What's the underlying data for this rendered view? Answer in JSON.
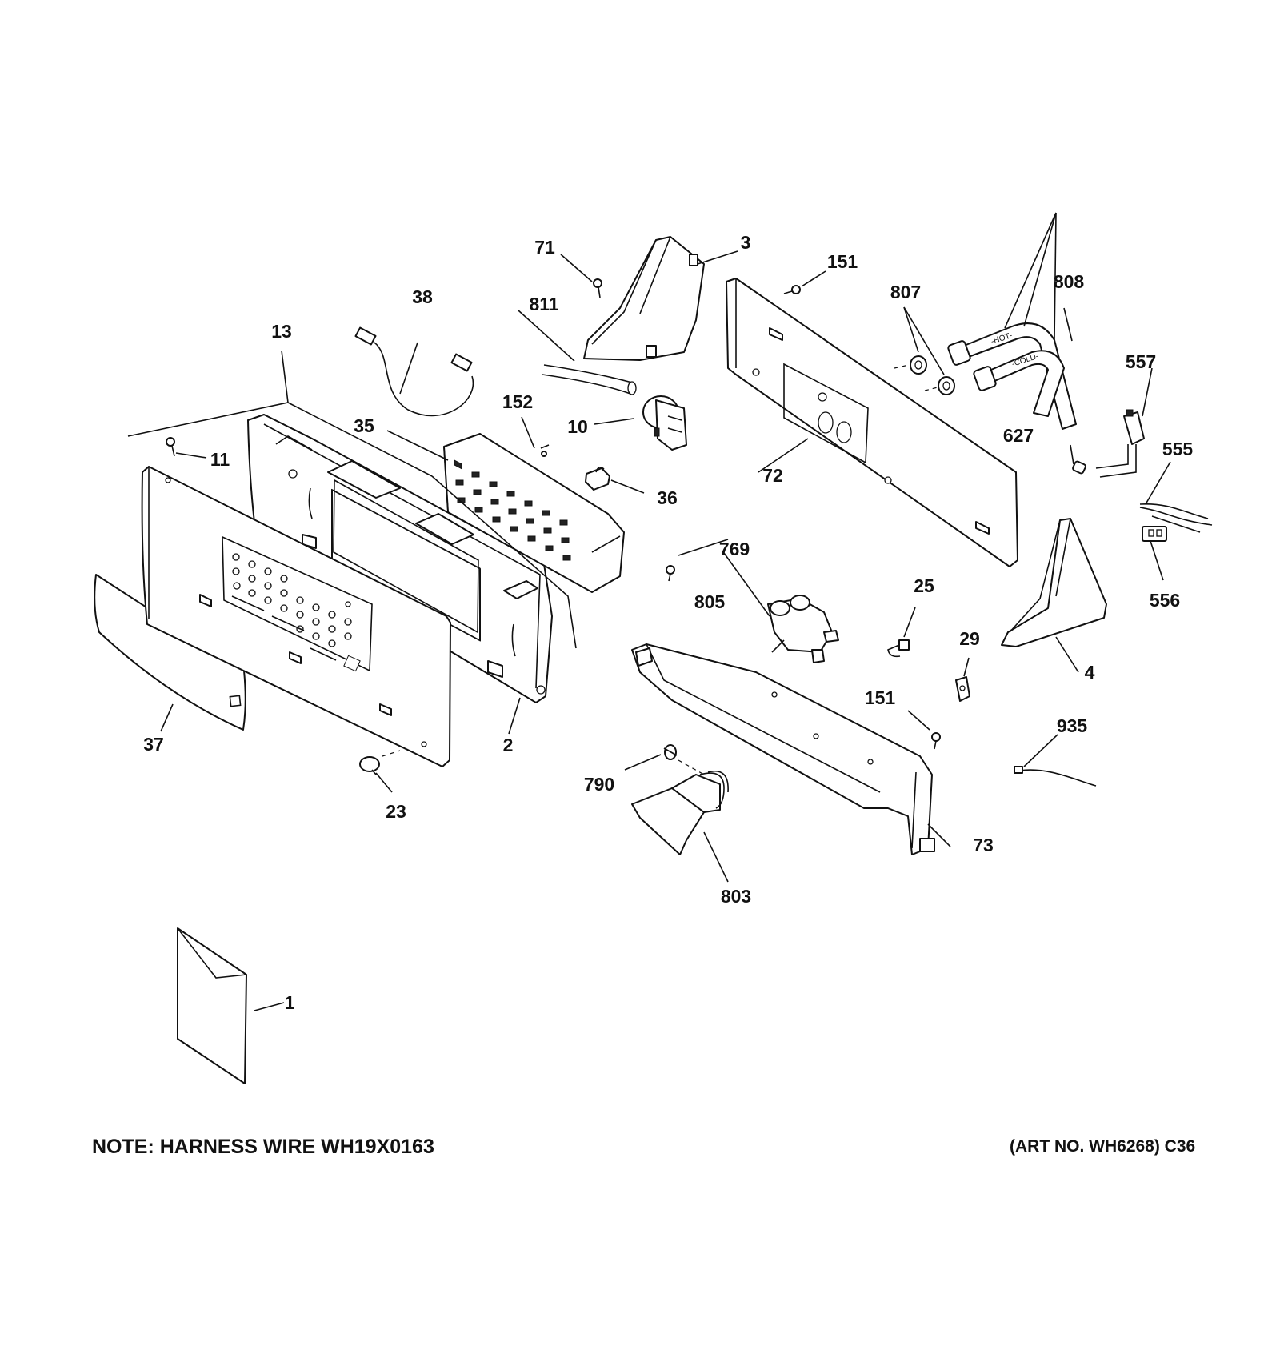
{
  "callouts": {
    "c1": "1",
    "c2": "2",
    "c3": "3",
    "c4": "4",
    "c10": "10",
    "c11": "11",
    "c13": "13",
    "c23": "23",
    "c25": "25",
    "c29": "29",
    "c35": "35",
    "c36": "36",
    "c37": "37",
    "c38": "38",
    "c71": "71",
    "c72": "72",
    "c73": "73",
    "c151a": "151",
    "c151b": "151",
    "c152": "152",
    "c555": "555",
    "c556": "556",
    "c557": "557",
    "c627": "627",
    "c769": "769",
    "c790": "790",
    "c803": "803",
    "c805": "805",
    "c807": "807",
    "c808": "808",
    "c811": "811",
    "c935": "935"
  },
  "hose_labels": {
    "hot": "-HOT-",
    "cold": "-COLD-"
  },
  "footer": {
    "note": "NOTE: HARNESS WIRE WH19X0163",
    "art": "(ART NO. WH6268) C36"
  }
}
